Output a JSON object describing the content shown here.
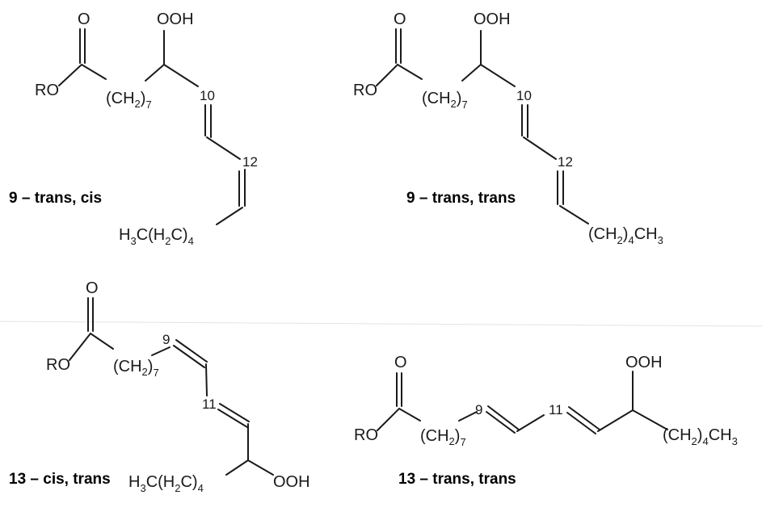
{
  "structures": [
    {
      "caption": "9 – trans, cis",
      "atoms": {
        "carbonyl_o": "O",
        "ester": "RO",
        "hydroperoxide": "OOH",
        "tail": "H3C(H2C)4"
      },
      "chain": {
        "prefix": "(CH",
        "sub": "2",
        "suffix": ")",
        "count": "7"
      },
      "tail_parts": {
        "a": "H",
        "a_sub": "3",
        "b": "C(H",
        "b_sub": "2",
        "c": "C)",
        "c_sub": "4"
      },
      "locants": [
        "10",
        "12"
      ]
    },
    {
      "caption": "9 – trans, trans",
      "atoms": {
        "carbonyl_o": "O",
        "ester": "RO",
        "hydroperoxide": "OOH",
        "tail": "(CH2)4CH3"
      },
      "chain": {
        "prefix": "(CH",
        "sub": "2",
        "suffix": ")",
        "count": "7"
      },
      "tail_parts": {
        "a": "(CH",
        "a_sub": "2",
        "b": ")",
        "b_sub": "4",
        "c": "CH",
        "c_sub": "3"
      },
      "locants": [
        "10",
        "12"
      ]
    },
    {
      "caption": "13 – cis, trans",
      "atoms": {
        "carbonyl_o": "O",
        "ester": "RO",
        "hydroperoxide": "OOH",
        "tail": "H3C(H2C)4"
      },
      "chain": {
        "prefix": "(CH",
        "sub": "2",
        "suffix": ")",
        "count": "7"
      },
      "tail_parts": {
        "a": "H",
        "a_sub": "3",
        "b": "C(H",
        "b_sub": "2",
        "c": "C)",
        "c_sub": "4"
      },
      "locants": [
        "9",
        "11"
      ]
    },
    {
      "caption": "13 – trans, trans",
      "atoms": {
        "carbonyl_o": "O",
        "ester": "RO",
        "hydroperoxide": "OOH",
        "tail": "(CH2)4CH3"
      },
      "chain": {
        "prefix": "(CH",
        "sub": "2",
        "suffix": ")",
        "count": "7"
      },
      "tail_parts": {
        "a": "(CH",
        "a_sub": "2",
        "b": ")",
        "b_sub": "4",
        "c": "CH",
        "c_sub": "3"
      },
      "locants": [
        "9",
        "11"
      ]
    }
  ]
}
